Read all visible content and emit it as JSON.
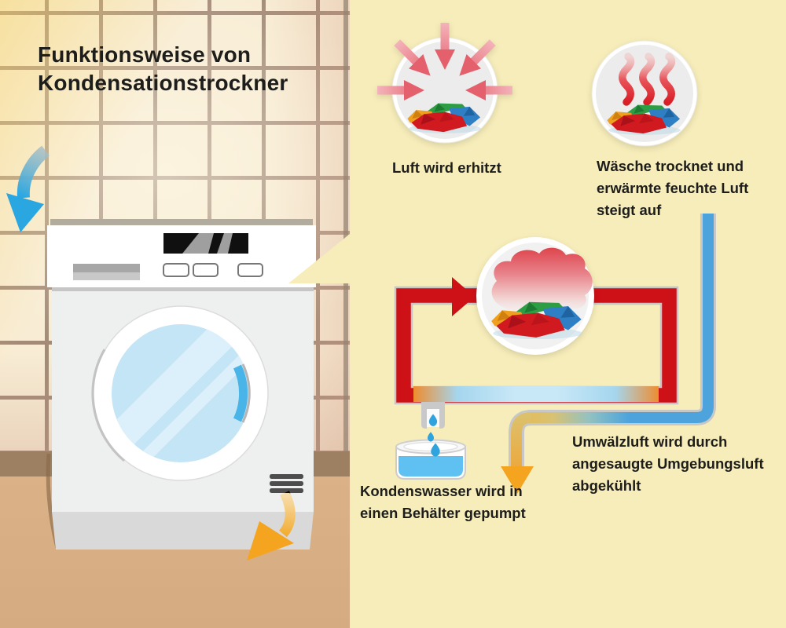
{
  "title": "Funktionsweise von\nKondensationstrockner",
  "steps": {
    "heating": {
      "label": "Luft wird erhitzt",
      "icon": "inward-arrows-laundry-icon"
    },
    "drying": {
      "label": "Wäsche trocknet und\nerwärmte feuchte Luft\nsteigt auf",
      "icon": "steam-laundry-icon"
    },
    "cooling": {
      "label": "Umwälzluft wird durch\nangesaugte Umgebungsluft\nabgekühlt",
      "icon": "cooling-pipe-icon"
    },
    "condensation": {
      "label": "Kondenswasser wird in\neinen Behälter gepumpt",
      "icon": "condensate-container-icon"
    }
  },
  "colors": {
    "panel-bg": "#f7edba",
    "tile": "#f8ecd4",
    "grout": "#a38b78",
    "floor": "#dbb187",
    "baseboard": "#9c8061",
    "text": "#1d1d1b",
    "loop-red": "#cd1117",
    "pipe-blue": "#4da4dc",
    "pipe-yellow": "#e8bf5e",
    "arrow-orange": "#f5a41f",
    "arrow-blue": "#2aa7e1",
    "water-blue": "#5ec1f2",
    "steam-red": "#d91e26",
    "pink-arrow": "#e4606c",
    "machine-body": "#eeefef"
  }
}
